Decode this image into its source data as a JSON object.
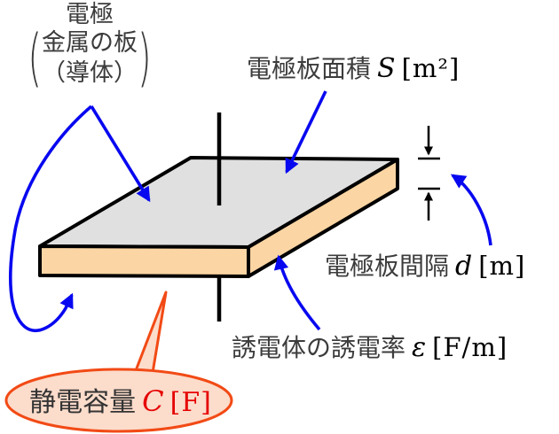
{
  "labels": {
    "electrode": {
      "line1": "電極",
      "paren_open": "(",
      "line2": "金属の板",
      "line3": "（導体）",
      "paren_close": ")"
    },
    "area": {
      "jp": "電極板面積",
      "symbol": "S",
      "unit": "[m²]"
    },
    "gap": {
      "jp": "電極板間隔",
      "symbol": "d",
      "unit": "[m]"
    },
    "permittivity": {
      "jp": "誘電体の誘電率",
      "symbol": "ε",
      "unit": "[F/m]"
    },
    "capacitance": {
      "jp": "静電容量",
      "symbol": "C",
      "unit": "[F]"
    }
  },
  "colors": {
    "arrow_blue": "#0808f0",
    "outline": "#000000",
    "plate_top": "#e0e0e0",
    "plate_side": "#fbd5a3",
    "callout_fill": "#fcdccb",
    "callout_stroke": "#f24a15",
    "symbol_red": "#e60000",
    "label_text": "#3c3c3c"
  }
}
